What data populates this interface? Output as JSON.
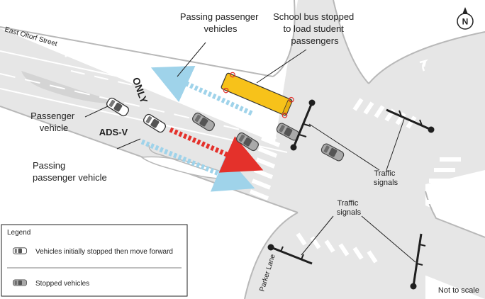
{
  "labels": {
    "passing_vehicles_top": [
      "Passing passenger",
      "vehicles"
    ],
    "school_bus": [
      "School bus stopped",
      "to load student",
      "passengers"
    ],
    "passenger_vehicle": [
      "Passenger",
      "vehicle"
    ],
    "ads_v": "ADS-V",
    "passing_vehicle_bottom": [
      "Passing",
      "passenger vehicle"
    ],
    "traffic_signals_right": [
      "Traffic",
      "signals"
    ],
    "traffic_signals_bottom": [
      "Traffic",
      "signals"
    ],
    "street_oltorf": "East Oltorf Street",
    "street_parker": "Parker Lane",
    "only_marking": "ONLY",
    "not_to_scale": "Not to scale",
    "north": "N"
  },
  "legend": {
    "title": "Legend",
    "items": [
      {
        "label": "Vehicles initially stopped then move forward",
        "icon": "white-car-icon"
      },
      {
        "label": "Stopped vehicles",
        "icon": "gray-car-icon"
      }
    ]
  },
  "colors": {
    "road": "#e6e6e6",
    "lane_marking": "#ffffff",
    "curb": "#b8b8b8",
    "bus_yellow": "#f7c21a",
    "ads_path_red": "#e4312b",
    "passing_path_blue": "#9fd3ea",
    "stopped_car_gray": "#8e8e8e",
    "signal_pole": "#1f1f1f"
  }
}
